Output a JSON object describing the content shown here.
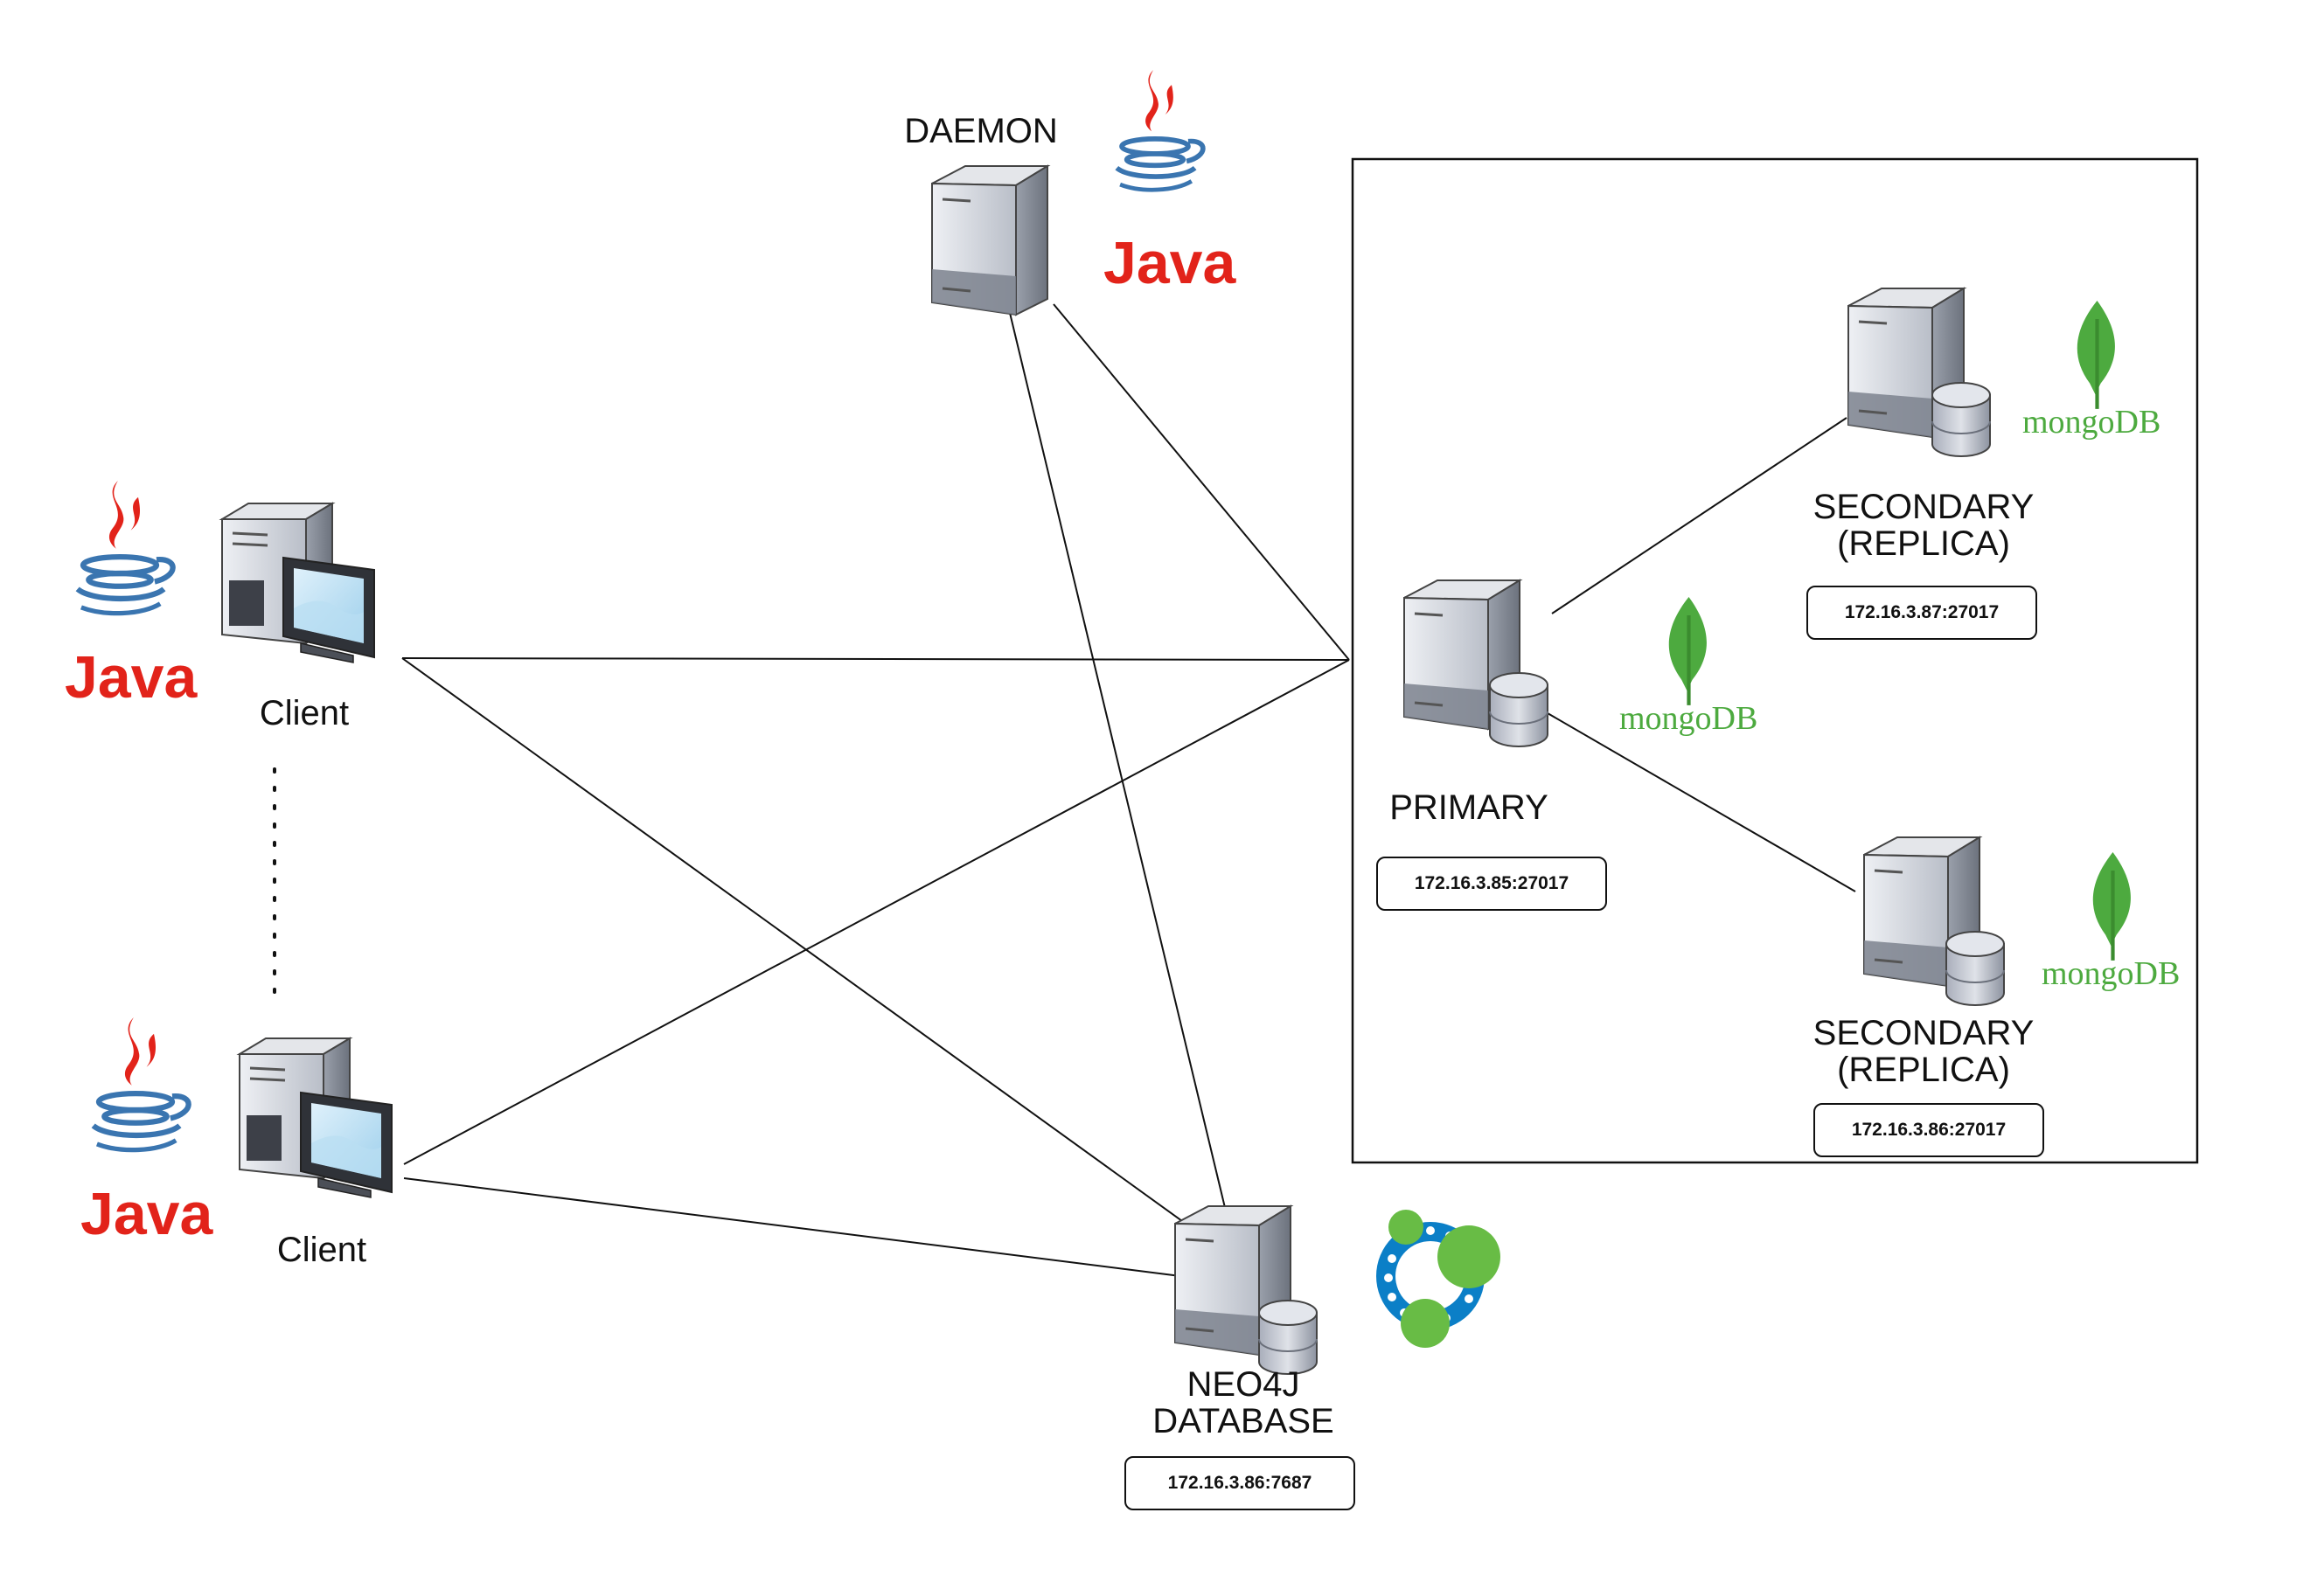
{
  "nodes": {
    "daemon": {
      "label": "DAEMON",
      "logo": "java-icon"
    },
    "client_top": {
      "label": "Client",
      "logo": "java-icon"
    },
    "client_bottom": {
      "label": "Client",
      "logo": "java-icon"
    },
    "primary": {
      "label": "PRIMARY",
      "address": "172.16.3.85:27017",
      "logo": "mongodb-icon"
    },
    "secondary_top": {
      "label_line1": "SECONDARY",
      "label_line2": "(REPLICA)",
      "address": "172.16.3.87:27017",
      "logo": "mongodb-icon"
    },
    "secondary_bottom": {
      "label_line1": "SECONDARY",
      "label_line2": "(REPLICA)",
      "address": "172.16.3.86:27017",
      "logo": "mongodb-icon"
    },
    "neo4j": {
      "label_line1": "NEO4J",
      "label_line2": "DATABASE",
      "address": "172.16.3.86:7687",
      "logo": "neo4j-icon"
    }
  },
  "logos": {
    "java_word": "Java",
    "mongodb_word": "mongoDB"
  },
  "colors": {
    "java_red": "#e2231a",
    "java_blue": "#3a75b0",
    "mongo_green": "#4daa3f",
    "neo4j_blue": "#0b7fc7",
    "neo4j_green": "#68bc45"
  }
}
